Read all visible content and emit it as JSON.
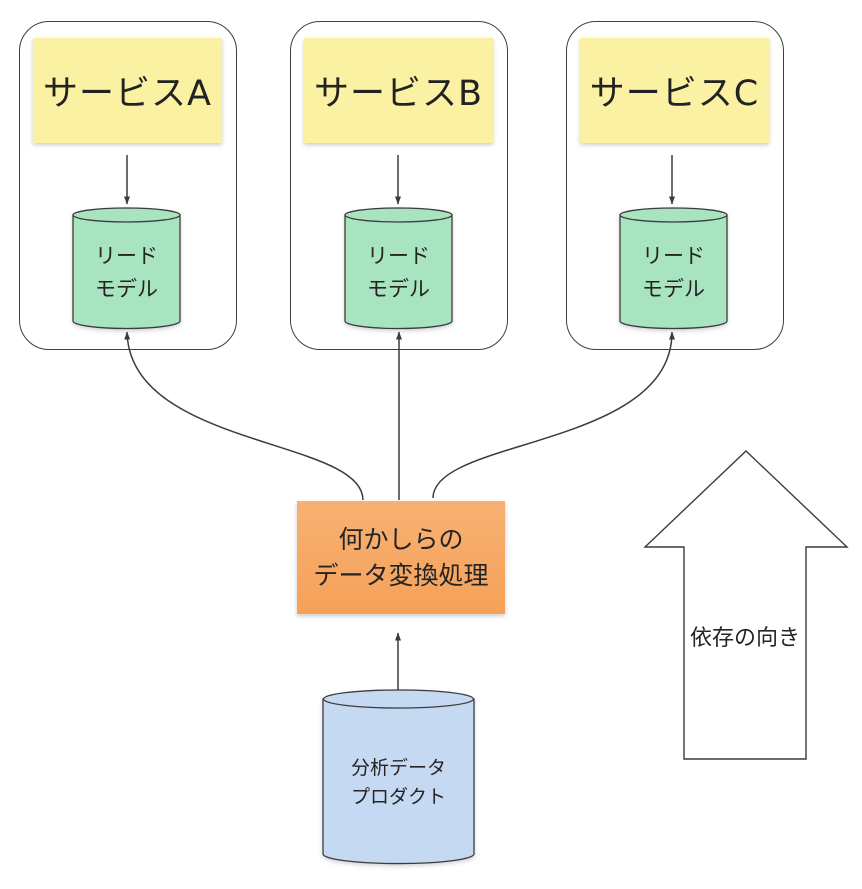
{
  "diagram": {
    "services": [
      {
        "label": "サービスA",
        "read_model": {
          "line1": "リード",
          "line2": "モデル"
        }
      },
      {
        "label": "サービスB",
        "read_model": {
          "line1": "リード",
          "line2": "モデル"
        }
      },
      {
        "label": "サービスC",
        "read_model": {
          "line1": "リード",
          "line2": "モデル"
        }
      }
    ],
    "transform_box": {
      "line1": "何かしらの",
      "line2": "データ変換処理"
    },
    "data_product": {
      "line1": "分析データ",
      "line2": "プロダクト"
    },
    "dependency_label": "依存の向き",
    "colors": {
      "service_label_fill": "#faf2a2",
      "read_model_fill": "#a9e4c0",
      "transform_fill_top": "#f8b173",
      "transform_fill_bottom": "#f5a159",
      "data_product_fill": "#c5daf2",
      "line_stroke": "#3c3c3c"
    }
  }
}
